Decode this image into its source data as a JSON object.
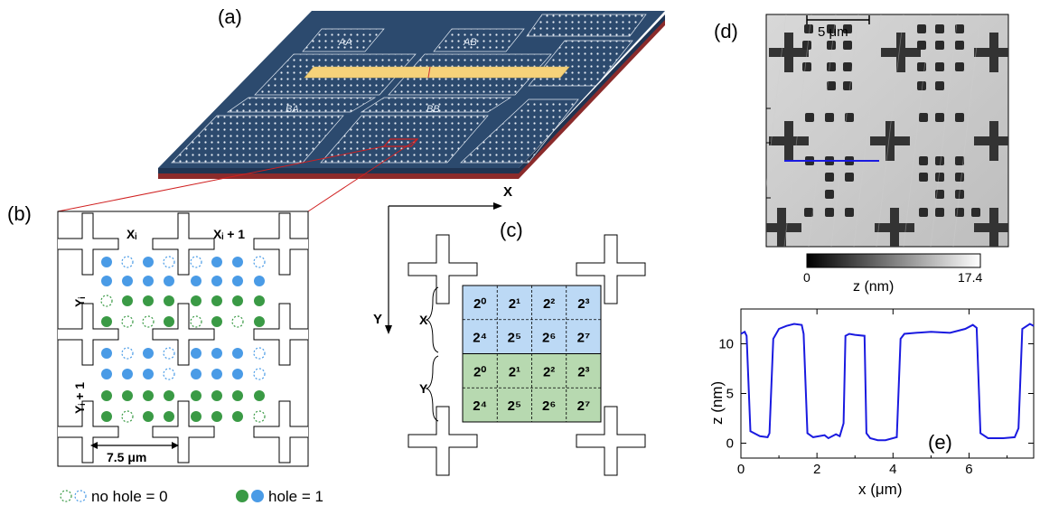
{
  "panels": {
    "a": {
      "label": "(a)",
      "block_labels": [
        "AA",
        "AB",
        "BA",
        "BB"
      ],
      "colors": {
        "substrate": "#2c4a6e",
        "strip": "#f6d27a",
        "edge": "#8b2b2b"
      }
    },
    "b": {
      "label": "(b)",
      "col_labels": [
        "Xᵢ",
        "Xᵢ + 1"
      ],
      "row_labels": [
        "Yᵢ",
        "Yᵢ + 1"
      ],
      "scale": "7.5 μm",
      "legend": {
        "no_hole": "no hole = 0",
        "hole": "hole = 1"
      },
      "colors": {
        "blue": "#4a9be6",
        "green": "#3a9a45"
      }
    },
    "c": {
      "label": "(c)",
      "axis_x": "X",
      "axis_y": "Y",
      "brace_x": "X",
      "brace_y": "Y",
      "cells": [
        [
          "2⁰",
          "2¹",
          "2²",
          "2³"
        ],
        [
          "2⁴",
          "2⁵",
          "2⁶",
          "2⁷"
        ],
        [
          "2⁰",
          "2¹",
          "2²",
          "2³"
        ],
        [
          "2⁴",
          "2⁵",
          "2⁶",
          "2⁷"
        ]
      ],
      "colors": {
        "blue": "#bcd9f5",
        "green": "#b7d9b0"
      }
    },
    "d": {
      "label": "(d)",
      "scale": "5 μm",
      "colorbar_min": "0",
      "colorbar_max": "17.4",
      "colorbar_label": "z (nm)"
    },
    "e": {
      "label": "(e)",
      "xlabel": "x (μm)",
      "ylabel": "z (nm)",
      "xticks": [
        "0",
        "2",
        "4",
        "6"
      ],
      "yticks": [
        "0",
        "5",
        "10"
      ]
    }
  },
  "chart_data": {
    "type": "line",
    "xlabel": "x (μm)",
    "ylabel": "z (nm)",
    "xlim": [
      0,
      7.7
    ],
    "ylim": [
      -1.5,
      13.5
    ],
    "series": [
      {
        "x": [
          0,
          0.1,
          0.15,
          0.25,
          0.5,
          0.7,
          0.75,
          0.85,
          1.0,
          1.2,
          1.4,
          1.6,
          1.65,
          1.75,
          1.9,
          2.2,
          2.3,
          2.5,
          2.6,
          2.7,
          2.75,
          2.85,
          3.0,
          3.25,
          3.3,
          3.4,
          3.6,
          3.8,
          4.1,
          4.2,
          4.3,
          4.6,
          5.0,
          5.5,
          5.9,
          6.1,
          6.2,
          6.3,
          6.5,
          6.9,
          7.2,
          7.3,
          7.4,
          7.6,
          7.7
        ],
        "y": [
          11,
          11.2,
          10.8,
          1.2,
          0.7,
          0.6,
          1.0,
          10.5,
          11.5,
          11.8,
          12.0,
          11.9,
          11.0,
          1.0,
          0.6,
          0.8,
          0.5,
          0.9,
          0.7,
          2.0,
          10.8,
          11.0,
          10.9,
          10.8,
          1.0,
          0.5,
          0.3,
          0.3,
          0.6,
          10.5,
          11.0,
          11.1,
          11.2,
          11.1,
          11.5,
          11.9,
          11.6,
          1.0,
          0.5,
          0.5,
          0.6,
          1.5,
          11.5,
          12.0,
          11.8
        ]
      }
    ]
  }
}
